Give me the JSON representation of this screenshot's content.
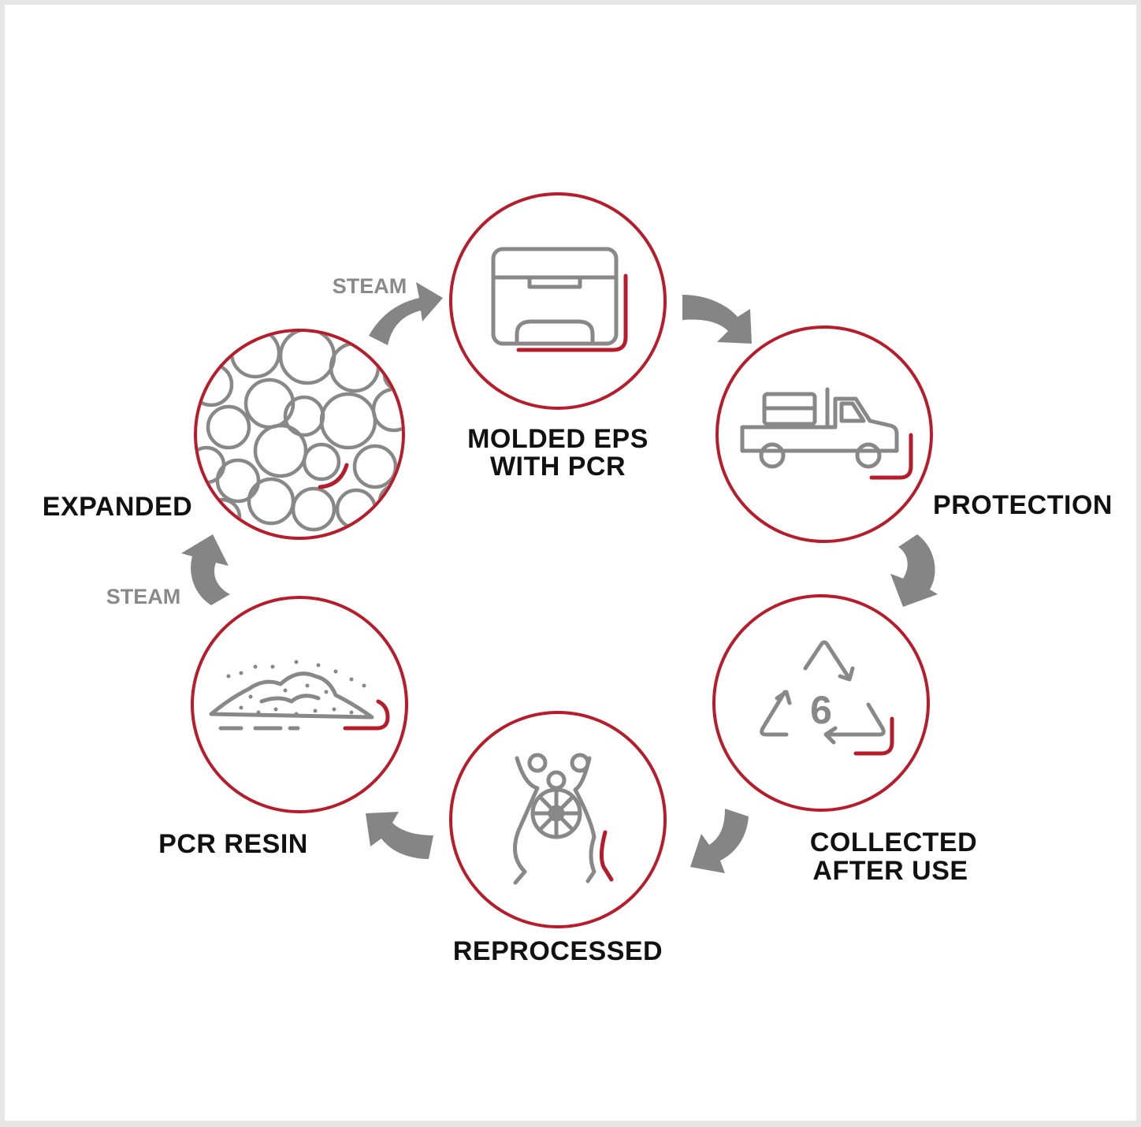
{
  "colors": {
    "accent": "#b81c2b",
    "icon": "#888888",
    "arrow": "#858585",
    "text": "#111111",
    "steam_text": "#8a8a8a"
  },
  "stages": [
    {
      "id": "molded",
      "label_lines": [
        "MOLDED EPS",
        "WITH PCR"
      ],
      "icon": "box-icon"
    },
    {
      "id": "protection",
      "label_lines": [
        "PROTECTION"
      ],
      "icon": "truck-icon"
    },
    {
      "id": "collected",
      "label_lines": [
        "COLLECTED",
        "AFTER USE"
      ],
      "icon": "recycle-6-icon"
    },
    {
      "id": "reprocessed",
      "label_lines": [
        "REPROCESSED"
      ],
      "icon": "grinder-icon"
    },
    {
      "id": "resin",
      "label_lines": [
        "PCR RESIN"
      ],
      "icon": "resin-pile-icon"
    },
    {
      "id": "expanded",
      "label_lines": [
        "EXPANDED"
      ],
      "icon": "beads-icon"
    }
  ],
  "recycle_number": "6",
  "steam_labels": {
    "top": "STEAM",
    "left": "STEAM"
  }
}
